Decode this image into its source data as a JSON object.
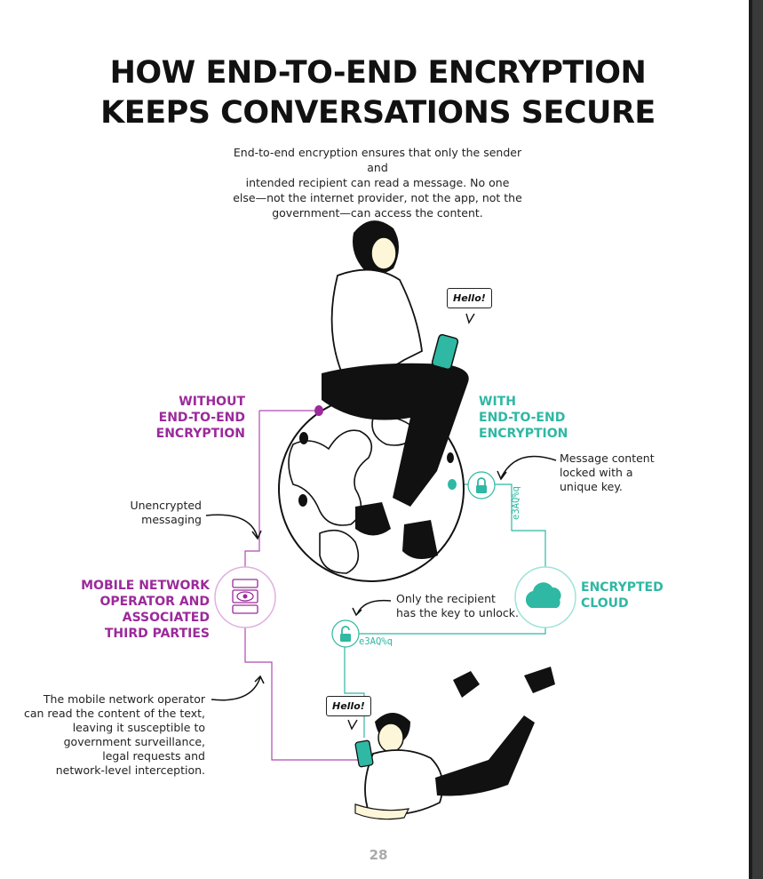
{
  "title": {
    "line1": "HOW END-TO-END ENCRYPTION",
    "line2": "KEEPS CONVERSATIONS SECURE"
  },
  "intro": {
    "line1": "End-to-end encryption ensures that only the sender and",
    "line2": "intended recipient can read a message. No one",
    "line3": "else—not the internet provider, not the app, not the",
    "line4": "government—can access the content."
  },
  "labels": {
    "without": [
      "WITHOUT",
      "END-TO-END",
      "ENCRYPTION"
    ],
    "with": [
      "WITH",
      "END-TO-END",
      "ENCRYPTION"
    ],
    "operator": [
      "MOBILE NETWORK",
      "OPERATOR AND",
      "ASSOCIATED",
      "THIRD PARTIES"
    ],
    "cloud": [
      "ENCRYPTED",
      "CLOUD"
    ]
  },
  "notes": {
    "unencrypted": [
      "Unencrypted",
      "messaging"
    ],
    "locked": [
      "Message content",
      "locked with a",
      "unique key."
    ],
    "recipient": [
      "Only the recipient",
      "has the key to unlock."
    ],
    "operator_read": [
      "The mobile network operator",
      "can read the content of the text,",
      "leaving it susceptible to",
      "government surveillance,",
      "legal requests and",
      "network-level interception."
    ]
  },
  "bubbles": {
    "sender": "Hello!",
    "receiver": "Hello!"
  },
  "cipher": {
    "vertical": "e3AQ%q",
    "horizontal": "e3AQ%q"
  },
  "page_number": "28",
  "colors": {
    "purple": "#9b2a9b",
    "teal": "#2fb8a3",
    "ink": "#111111"
  },
  "icons": [
    "lock-icon",
    "unlock-icon",
    "cloud-icon",
    "server-eye-icon",
    "phone-icon",
    "globe-illustration"
  ]
}
